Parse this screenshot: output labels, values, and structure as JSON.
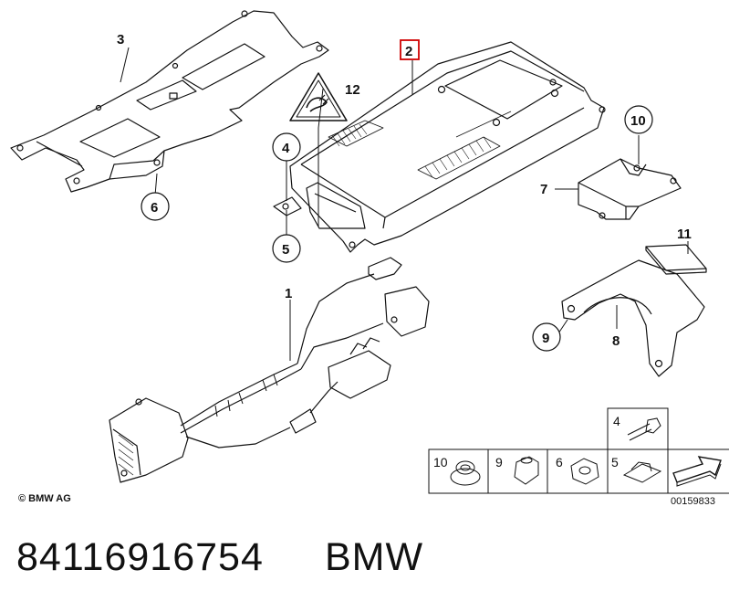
{
  "callouts": {
    "c1": "1",
    "c2": "2",
    "c3": "3",
    "c4": "4",
    "c5": "5",
    "c6": "6",
    "c7": "7",
    "c8": "8",
    "c9": "9",
    "c10": "10",
    "c11": "11",
    "c12": "12"
  },
  "hardware_table": {
    "cells": [
      {
        "label": "10"
      },
      {
        "label": "9"
      },
      {
        "label": "6"
      },
      {
        "label": "5"
      }
    ],
    "top_cell_label": "4"
  },
  "copyright": "© BMW AG",
  "diagram_code": "00159833",
  "part_number": "84116916754",
  "manufacturer": "BMW",
  "colors": {
    "highlight_box": "#d00000",
    "line": "#111111"
  }
}
